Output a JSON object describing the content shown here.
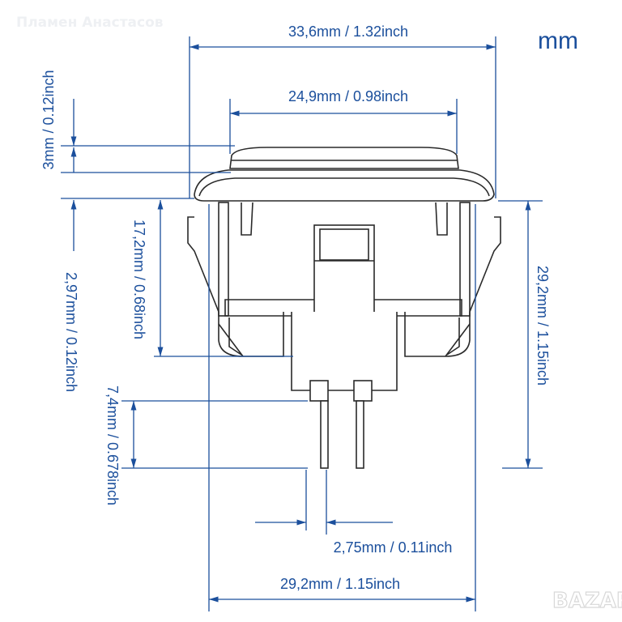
{
  "watermark": "Пламен Анастасов",
  "logo": "BAZAR",
  "unit_label": "mm",
  "colors": {
    "dimension": "#1b4f9c",
    "part": "#2a2a2a"
  },
  "dimensions": {
    "overall_width": "33,6mm / 1.32inch",
    "cap_width": "24,9mm / 0.98inch",
    "cap_height": "3mm / 0.12inch",
    "bezel_height": "2,97mm / 0.12inch",
    "body_depth": "17,2mm / 0.68inch",
    "pin_length": "7,4mm / 0.678inch",
    "total_depth": "29,2mm / 1.15inch",
    "pin_spacing": "2,75mm / 0.11inch",
    "body_width": "29,2mm / 1.15inch"
  }
}
